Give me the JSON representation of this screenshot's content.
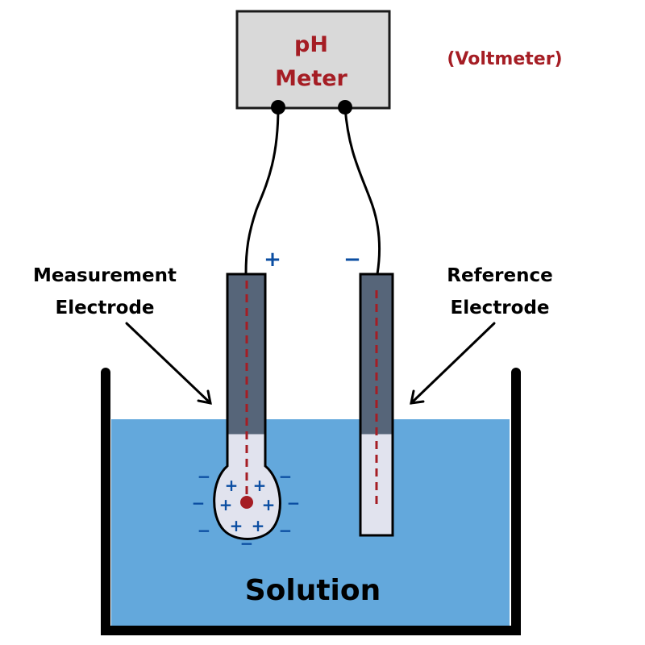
{
  "meter": {
    "line1": "pH",
    "line2": "Meter",
    "annotation": "(Voltmeter)"
  },
  "terminals": {
    "positive": "+",
    "negative": "−"
  },
  "labels": {
    "measurement_line1": "Measurement",
    "measurement_line2": "Electrode",
    "reference_line1": "Reference",
    "reference_line2": "Electrode",
    "solution": "Solution"
  },
  "bulb_charges": {
    "inner": [
      "+",
      "+",
      "+",
      "+",
      "+",
      "+"
    ],
    "outer": [
      "−",
      "−",
      "−",
      "−",
      "−",
      "−",
      "−"
    ]
  },
  "colors": {
    "meter_fill": "#d9d9d9",
    "meter_text": "#a51d24",
    "solution": "#63a8dc",
    "electrode_dark": "#566579",
    "electrode_light": "#e1e3ee",
    "wire_dash": "#a51d24",
    "charge_blue": "#0b4ea2",
    "outline": "#000000"
  }
}
